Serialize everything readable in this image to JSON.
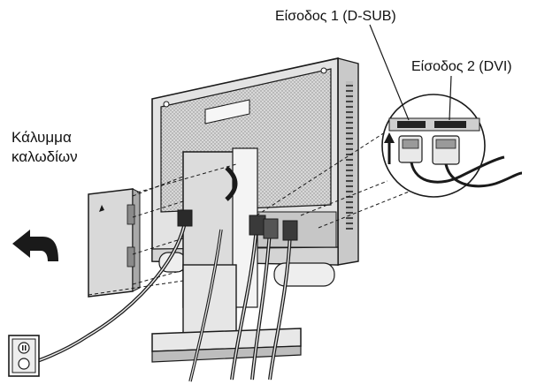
{
  "labels": {
    "input1": "Είσοδος 1 (D-SUB)",
    "input2": "Είσοδος 2 (DVI)",
    "cable_cover_line1": "Κάλυμμα",
    "cable_cover_line2": "καλωδίων"
  },
  "colors": {
    "line": "#1a1a1a",
    "monitor_fill": "#e2e2e2",
    "panel_fill": "#cfcfcf",
    "stand_fill": "#dcdcdc",
    "dark": "#222222",
    "light": "#f4f4f4"
  }
}
